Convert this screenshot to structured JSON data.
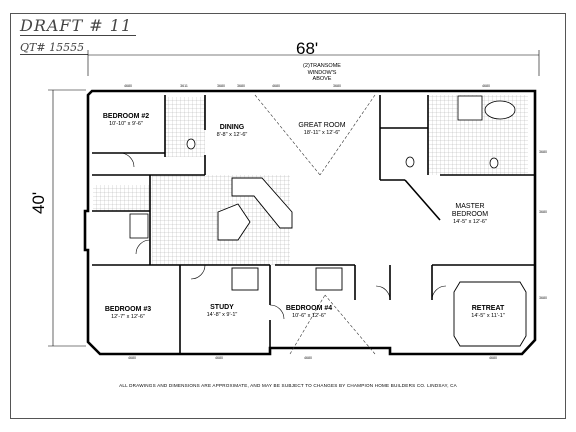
{
  "header": {
    "draft_label": "DRAFT # 11",
    "quote_label": "QT# 15555"
  },
  "dimensions": {
    "width": "68'",
    "depth": "40'"
  },
  "notes": {
    "transome": [
      "(2)TRANSOME",
      "WINDOW'S",
      "ABOVE"
    ]
  },
  "rooms": {
    "bedroom2": {
      "name": "BEDROOM #2",
      "size": "10'-10\" x 9'-6\""
    },
    "dining": {
      "name": "DINING",
      "size": "8'-8\" x 12'-6\""
    },
    "great_room": {
      "name": "GREAT ROOM",
      "size": "18'-11\" x 12'-6\""
    },
    "master": {
      "name": [
        "MASTER",
        "BEDROOM"
      ],
      "size": "14'-5\" x 12'-6\""
    },
    "bedroom3": {
      "name": "BEDROOM #3",
      "size": "12'-7\" x 12'-6\""
    },
    "study": {
      "name": "STUDY",
      "size": "14'-8\" x 9'-1\""
    },
    "bedroom4": {
      "name": "BEDROOM #4",
      "size": "10'-6\" x 12'-6\""
    },
    "retreat": {
      "name": "RETREAT",
      "size": "14'-5\" x 11'-1\""
    }
  },
  "wall_dims": {
    "top": [
      "4680",
      "3611",
      "3680",
      "3680",
      "4680",
      "3680",
      "4680"
    ],
    "bottom": [
      "4680",
      "4680",
      "4680",
      "4680"
    ],
    "right": [
      "3680",
      "3680",
      "3680"
    ]
  },
  "footer": {
    "disclaimer": "ALL DRAWINGS AND DIMENSIONS ARE APPROXIMATE, AND MAY BE SUBJECT TO CHANGES BY CHAMPION HOME BUILDERS CO. LINDSAY, CA"
  }
}
